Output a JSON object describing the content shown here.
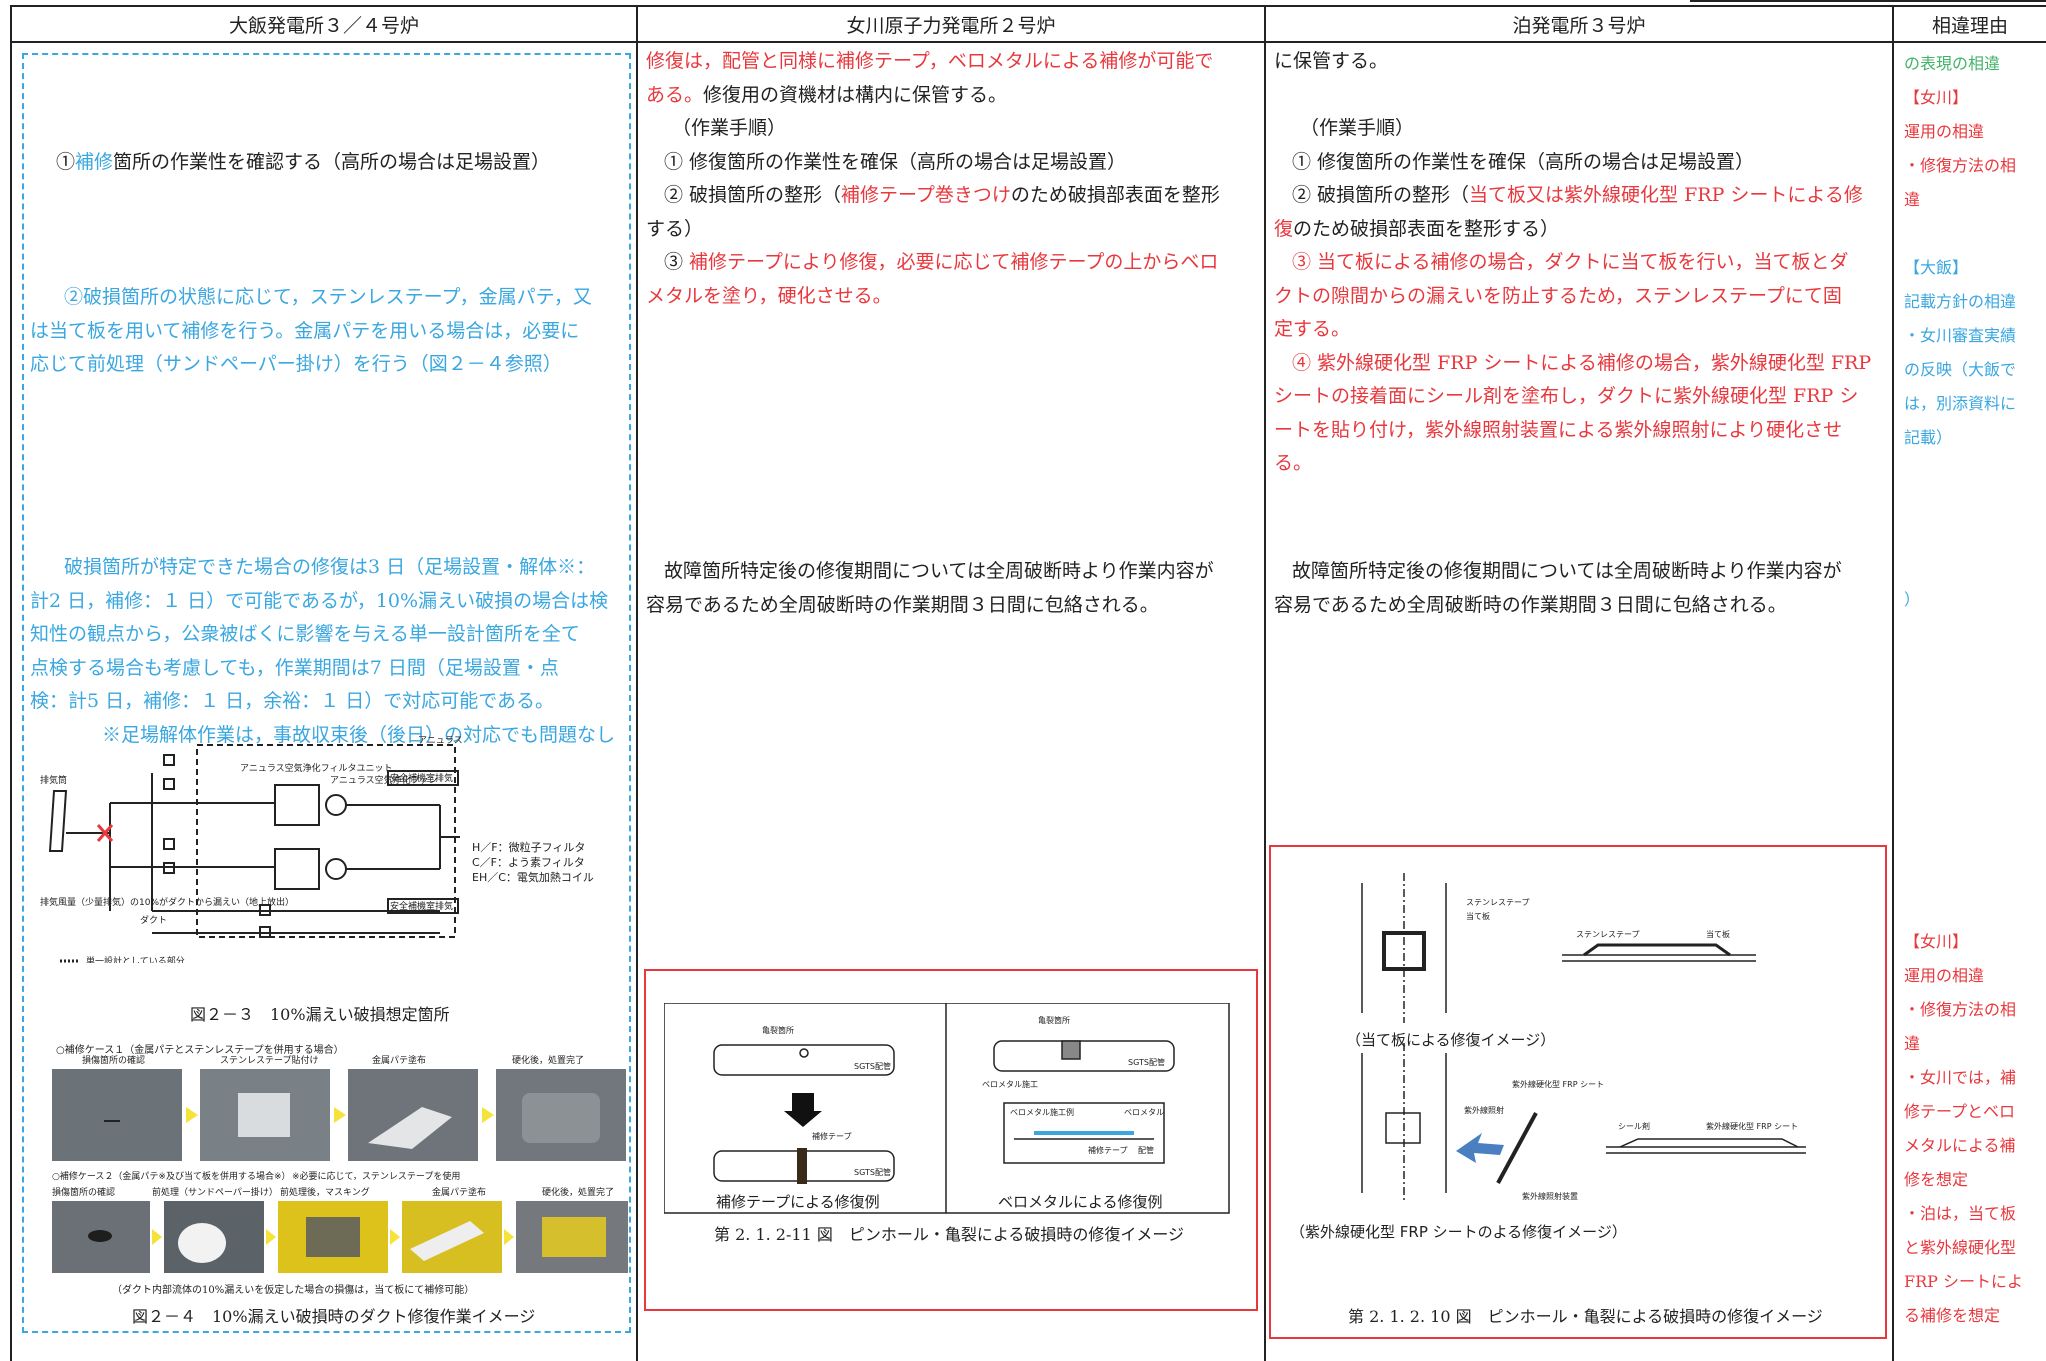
{
  "headers": [
    "大飯発電所３／４号炉",
    "女川原子力発電所２号炉",
    "泊発電所３号炉",
    "相違理由"
  ],
  "ohi": {
    "step1_pre": "①",
    "step1_blue": "補修",
    "step1_post": "箇所の作業性を確認する（高所の場合は足場設置）",
    "step2_line1": "②破損箇所の状態に応じて，ステンレステープ，金属パテ，又",
    "step2_line2": "は当て板を用いて補修を行う。金属パテを用いる場合は，必要に",
    "step2_line3": "応じて前処理（サンドペーパー掛け）を行う（図２－４参照）",
    "period_line1": "破損箇所が特定できた場合の修復は3 日（足場設置・解体※：",
    "period_line2": "計2 日，補修：１ 日）で可能であるが，10%漏えい破損の場合は検",
    "period_line3": "知性の観点から，公衆被ばくに影響を与える単一設計箇所を全て",
    "period_line4": "点検する場合も考慮しても，作業期間は7 日間（足場設置・点",
    "period_line5": "検：計5 日，補修：１ 日，余裕：１ 日）で対応可能である。",
    "note": "※足場解体作業は，事故収束後（後日）の対応でも問題なし",
    "fig3": {
      "caption": "図２－３　10%漏えい破損想定箇所",
      "annulus": "アニュラス",
      "unit_label": "アニュラス空気浄化フィルタユニット",
      "fan_label": "アニュラス空気浄化ファン",
      "exhaust": "排気筒",
      "safety1": "安全補機室排気",
      "safety2": "安全補機室排気",
      "leak_note": "排気風量（少量排気）の10%がダクトから漏えい（地上放出）",
      "duct": "ダクト",
      "legend_single": "単一設計としている部分",
      "hf": "H／F：微粒子フィルタ",
      "cf": "C／F：よう素フィルタ",
      "eh": "EH／C：電気加熱コイル"
    },
    "fig4": {
      "case1": "○補修ケース１（金属パテとステンレステープを併用する場合）",
      "case1_steps": [
        "損傷箇所の確認",
        "ステンレステープ貼付け",
        "金属パテ塗布",
        "硬化後，処置完了"
      ],
      "case2": "○補修ケース２（金属パテ※及び当て板を併用する場合※）",
      "case2_note": "※必要に応じて，ステンレステープを使用",
      "case2_steps": [
        "損傷箇所の確認",
        "前処理（サンドペーパー掛け）",
        "前処理後，マスキング",
        "金属パテ塗布",
        "硬化後，処置完了"
      ],
      "footnote": "（ダクト内部流体の10%漏えいを仮定した場合の損傷は，当て板にて補修可能）",
      "caption": "図２－４　10%漏えい破損時のダクト修復作業イメージ"
    }
  },
  "onagawa": {
    "line1": "修復は，配管と同様に補修テープ，ベロメタルによる補修が可能で",
    "line2": "ある。",
    "line2_black": "修復用の資機材は構内に保管する。",
    "proc": "（作業手順）",
    "s1": "① 修復箇所の作業性を確保（高所の場合は足場設置）",
    "s2_pre": "② 破損箇所の整形（",
    "s2_red": "補修テープ巻きつけ",
    "s2_post": "のため破損部表面を整形",
    "s2_end": "する）",
    "s3_pre": "③ ",
    "s3_red1": "補修テープにより修復，必要に応じて補修テープの上からベロ",
    "s3_red2": "メタルを塗り，硬化させる。",
    "period1": "故障箇所特定後の修復期間については全周破断時より作業内容が",
    "period2": "容易であるため全周破断時の作業期間３日間に包絡される。",
    "fig": {
      "left_caption": "補修テープによる修復例",
      "right_caption": "ベロメタルによる修復例",
      "caption": "第 2. 1. 2-11 図　ピンホール・亀裂による破損時の修復イメージ",
      "crack1": "亀裂箇所",
      "crack2": "亀裂箇所",
      "tape": "補修テープ",
      "velo": "ベロメタル施工",
      "velo_ex": "ベロメタル施工例",
      "velo_label": "ベロメタル",
      "tape_label": "補修テープ",
      "pipe_label": "配管",
      "pipe_tag1": "SGTS配管",
      "pipe_tag2": "SGTS配管",
      "pipe_tag3": "SGTS配管"
    }
  },
  "tomari": {
    "line0": "に保管する。",
    "proc": "（作業手順）",
    "s1": "① 修復箇所の作業性を確保（高所の場合は足場設置）",
    "s2_pre": "② 破損箇所の整形（",
    "s2_red1": "当て板又は紫外線硬化型 FRP シートによる修",
    "s2_red2": "復",
    "s2_post": "のため破損部表面を整形する）",
    "s3_l1": "③ 当て板による補修の場合，ダクトに当て板を行い，当て板とダ",
    "s3_l2": "クトの隙間からの漏えいを防止するため，ステンレステープにて固",
    "s3_l3": "定する。",
    "s4_l1": "④ 紫外線硬化型 FRP シートによる補修の場合，紫外線硬化型 FRP",
    "s4_l2": "シートの接着面にシール剤を塗布し，ダクトに紫外線硬化型 FRP シ",
    "s4_l3": "ートを貼り付け，紫外線照射装置による紫外線照射により硬化させ",
    "s4_l4": "る。",
    "period1": "故障箇所特定後の修復期間については全周破断時より作業内容が",
    "period2": "容易であるため全周破断時の作業期間３日間に包絡される。",
    "fig": {
      "stainless": "ステンレステープ",
      "plate": "当て板",
      "stainless2": "ステンレステープ",
      "plate2": "当て板",
      "cap1": "（当て板による修復イメージ）",
      "frp": "紫外線硬化型 FRP シート",
      "uv": "紫外線照射",
      "uvdev": "紫外線照射装置",
      "seal": "シール剤",
      "frp2": "紫外線硬化型 FRP シート",
      "cap2": "（紫外線硬化型 FRP シートのよる修復イメージ）",
      "caption": "第 2. 1. 2. 10 図　ピンホール・亀裂による破損時の修復イメージ"
    }
  },
  "reasons": {
    "r0": "の表現の相違",
    "r1": "【女川】",
    "r2": "運用の相違",
    "r3a": "・修復方法の相",
    "r3b": "違",
    "r4": "【大飯】",
    "r5": "記載方針の相違",
    "r6a": "・女川審査実績",
    "r6b": "の反映（大飯で",
    "r6c": "は，別添資料に",
    "r6d": "記載）",
    "r7": "）",
    "b1": "【女川】",
    "b2": "運用の相違",
    "b3a": "・修復方法の相",
    "b3b": "違",
    "b4a": "・女川では，補",
    "b4b": "修テープとベロ",
    "b4c": "メタルによる補",
    "b4d": "修を想定",
    "b5a": "・泊は，当て板",
    "b5b": "と紫外線硬化型",
    "b5c": "FRP シートによ",
    "b5d": "る補修を想定"
  },
  "colors": {
    "blue": "#3aa7e0",
    "red": "#e8383d",
    "green": "#43b36a"
  }
}
